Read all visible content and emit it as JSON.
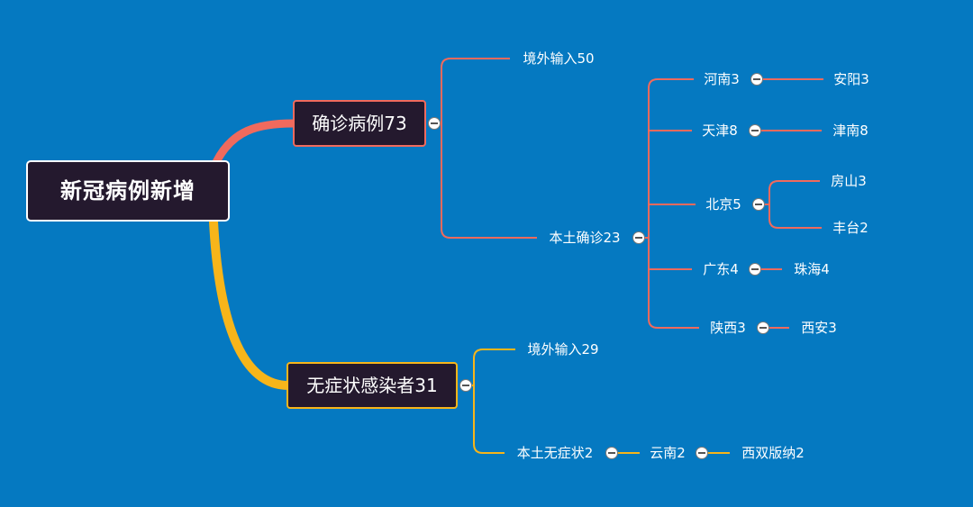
{
  "mindmap": {
    "root": "新冠病例新增",
    "confirmed": {
      "label": "确诊病例73",
      "imported": "境外输入50",
      "local": {
        "label": "本土确诊23",
        "henan": {
          "label": "河南3",
          "child": "安阳3"
        },
        "tianjin": {
          "label": "天津8",
          "child": "津南8"
        },
        "beijing": {
          "label": "北京5",
          "children": [
            "房山3",
            "丰台2"
          ]
        },
        "guangdong": {
          "label": "广东4",
          "child": "珠海4"
        },
        "shaanxi": {
          "label": "陕西3",
          "child": "西安3"
        }
      }
    },
    "asymptomatic": {
      "label": "无症状感染者31",
      "imported": "境外输入29",
      "local": {
        "label": "本土无症状2",
        "yunnan": {
          "label": "云南2",
          "child": "西双版纳2"
        }
      }
    }
  },
  "colors": {
    "background": "#0579c1",
    "node_fill": "#24192e",
    "red_branch": "#f06a5d",
    "yellow_branch": "#f7b51a"
  }
}
